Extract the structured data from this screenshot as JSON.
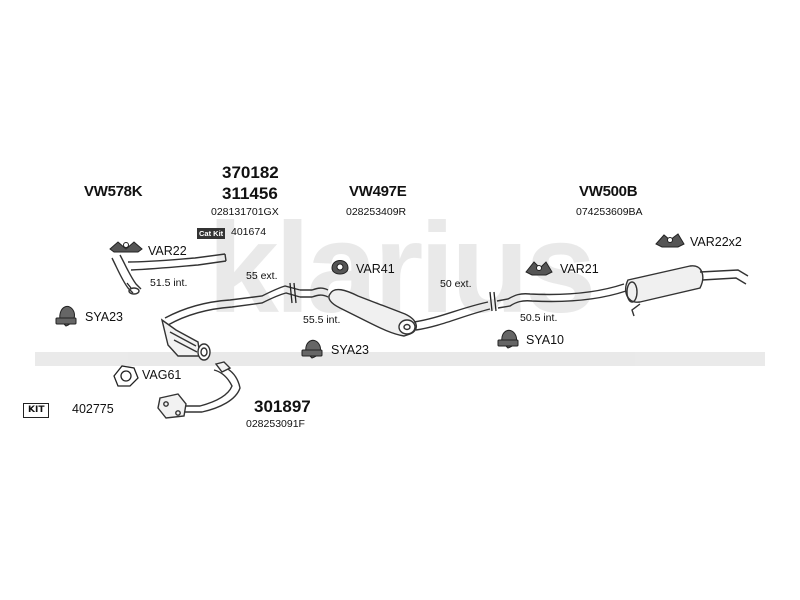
{
  "brand": {
    "watermark_text": "klarius"
  },
  "sections": {
    "front_pipe": {
      "part_code": "VW578K"
    },
    "catalyst": {
      "part_code_1": "370182",
      "part_code_2": "311456",
      "oem_number": "028131701GX",
      "cat_kit_label": "Cat Kit",
      "cat_kit_number": "401674"
    },
    "centre_silencer": {
      "part_code": "VW497E",
      "oem_number": "028253409R"
    },
    "rear_silencer": {
      "part_code": "VW500B",
      "oem_number": "074253609BA"
    },
    "downpipe": {
      "part_code": "301897",
      "oem_number": "028253091F"
    }
  },
  "fittings": {
    "var22": "VAR22",
    "var41": "VAR41",
    "var21": "VAR21",
    "var22x2": "VAR22x2",
    "sya23_left": "SYA23",
    "sya23_centre": "SYA23",
    "sya10": "SYA10",
    "vag61": "VAG61"
  },
  "joints": {
    "j1": "51.5 int.",
    "j2": "55 ext.",
    "j3": "55.5 int.",
    "j4": "50 ext.",
    "j5": "50.5 int."
  },
  "kit": {
    "label": "KIT",
    "number": "402775"
  }
}
